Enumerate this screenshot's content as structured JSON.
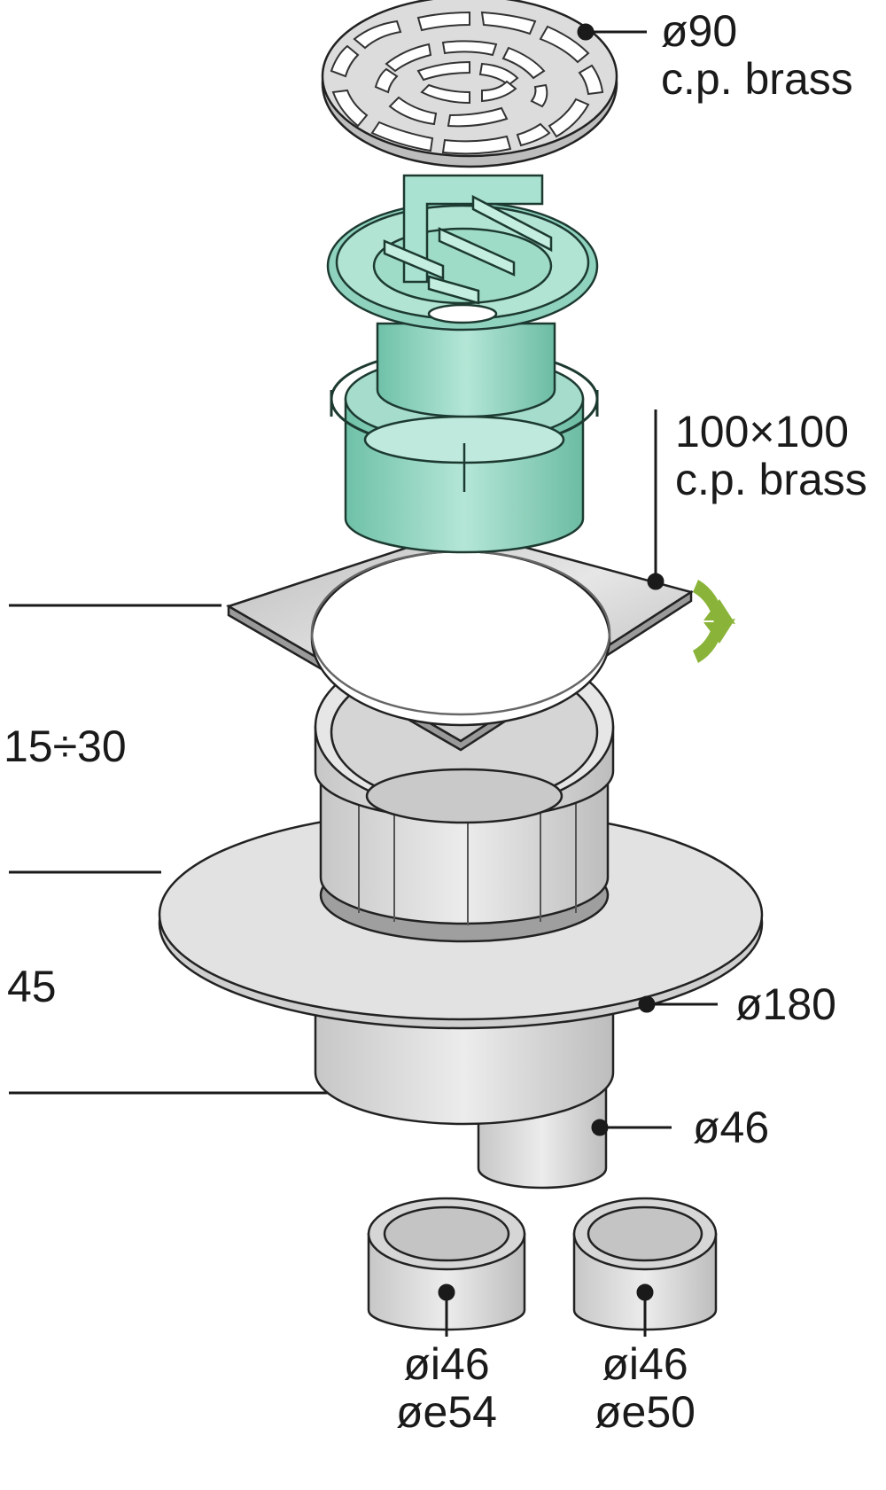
{
  "labels": {
    "grate": {
      "line1": "ø90",
      "line2": "c.p. brass"
    },
    "frame": {
      "line1": "100×100",
      "line2": "c.p. brass"
    },
    "height_range": "15÷30",
    "body_height": "45",
    "flange": "ø180",
    "outlet": "ø46",
    "adapter_1": {
      "line1": "øi46",
      "line2": "øe54"
    },
    "adapter_2": {
      "line1": "øi46",
      "line2": "øe50"
    }
  },
  "colors": {
    "metal": "#d8d8d8",
    "metal_dark": "#a9a9a9",
    "green": "#8fd3bf",
    "green_dark": "#5cae95",
    "arrow": "#8ab439",
    "line": "#1a1a1a"
  }
}
